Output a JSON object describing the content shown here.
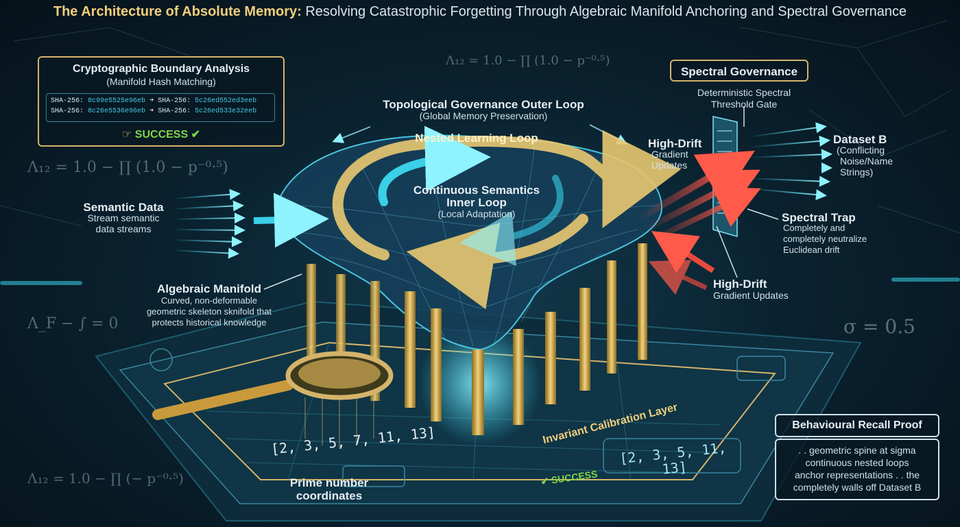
{
  "title": {
    "main": "The Architecture of Absolute Memory:",
    "sub": "Resolving Catastrophic Forgetting Through Algebraic Manifold Anchoring and Spectral Governance"
  },
  "crypto_box": {
    "title": "Cryptographic Boundary Analysis",
    "subtitle": "(Manifold Hash Matching)",
    "rows": [
      {
        "left_label": "SHA-256:",
        "left_value": "8c99e5525e96eb",
        "right_label": "SHA-256:",
        "right_value": "5c26ed552ed3eeb"
      },
      {
        "left_label": "SHA-256:",
        "left_value": "8c26e5536e96eb",
        "right_label": "SHA-256:",
        "right_value": "5c26ed533e32eeb"
      }
    ],
    "status": "SUCCESS"
  },
  "outer_loop": {
    "title": "Topological Governance Outer Loop",
    "subtitle": "(Global Memory Preservation)"
  },
  "nested_loop": {
    "title": "Nested Learning Loop"
  },
  "inner_loop": {
    "title_1": "Continuous Semantics",
    "title_2": "Inner Loop",
    "subtitle": "(Local Adaptation)"
  },
  "semantic_data": {
    "title": "Semantic Data",
    "line1": "Stream semantic",
    "line2": "data streams"
  },
  "manifold": {
    "title": "Algebraic Manifold",
    "line1": "Curved, non-deformable",
    "line2": "geometric skeleton sknifold that",
    "line3": "protects historical knowledge"
  },
  "spectral": {
    "title": "Spectral Governance",
    "gate_1": "Deterministic Spectral",
    "gate_2": "Threshold Gate"
  },
  "high_drift_top": {
    "title": "High-Drift",
    "line1": "Gradient",
    "line2": "Updates"
  },
  "high_drift_bottom": {
    "title": "High-Drift",
    "line1": "Gradient Updates"
  },
  "dataset_b": {
    "title": "Dataset B",
    "line1": "(Conflicting",
    "line2": "Noise/Name",
    "line3": "Strings)"
  },
  "spectral_trap": {
    "title": "Spectral Trap",
    "line1": "Completely and",
    "line2": "completely neutralize",
    "line3": "Euclidean drift"
  },
  "calibration": {
    "title": "Invariant Calibration Layer"
  },
  "prime": {
    "sequence": "[2, 3, 5, 7, 11, 13]",
    "title_1": "Prime number",
    "title_2": "coordinates"
  },
  "platform": {
    "sequence": "[2, 3, 5, 11, 13]",
    "success": "SUCCESS"
  },
  "recall": {
    "title": "Behavioural Recall Proof",
    "line1": ". . geometric spine at sigma",
    "line2": "continuous nested loops",
    "line3": "anchor representations . . the",
    "line4": "completely walls off Dataset B"
  },
  "math": {
    "top": "Λ₁₂ = 1.0 − ∏ (1.0 − p⁻⁰·⁵)",
    "left_mid": "Λ₁₂ = 1.0 − ∏ (1.0 − p⁻⁰·⁵)",
    "left_low": "Λ_F − ∫ = 0",
    "bottom": "Λ₁₂ = 1.0 − ∏ (− p⁻⁰·⁵)",
    "sigma": "σ = 0.5"
  },
  "colors": {
    "gold": "#d4b46a",
    "cyan": "#39d0e8",
    "red": "#e8493e",
    "green": "#7fd64a"
  }
}
